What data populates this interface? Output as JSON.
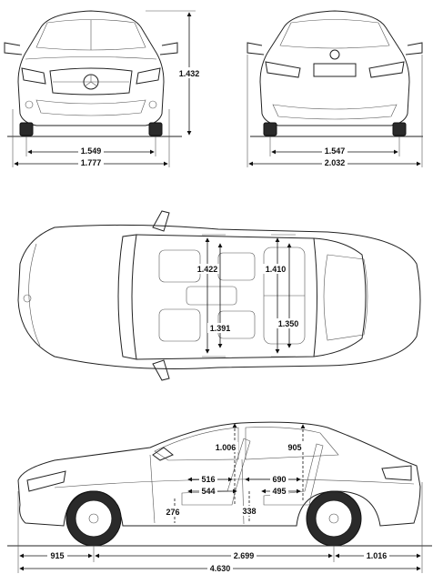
{
  "front_view": {
    "height_mm": "1.432",
    "track_width_mm": "1.549",
    "overall_width_mm": "1.777"
  },
  "rear_view": {
    "track_width_mm": "1.547",
    "width_incl_mirrors_mm": "2.032"
  },
  "top_view": {
    "front_shoulder_width_mm": "1.422",
    "rear_shoulder_width_mm": "1.410",
    "front_hip_width_mm": "1.391",
    "rear_hip_width_mm": "1.350"
  },
  "side_view": {
    "front_headroom_mm": "1.006",
    "rear_headroom_mm": "905",
    "front_seat_depth_mm": "516",
    "front_seat_travel_mm": "544",
    "rear_legroom_mm": "690",
    "rear_seat_depth_mm": "495",
    "front_seat_height_mm": "276",
    "rear_seat_height_mm": "338",
    "front_overhang_mm": "915",
    "wheelbase_mm": "2.699",
    "rear_overhang_mm": "1.016",
    "overall_length_mm": "4.630"
  }
}
